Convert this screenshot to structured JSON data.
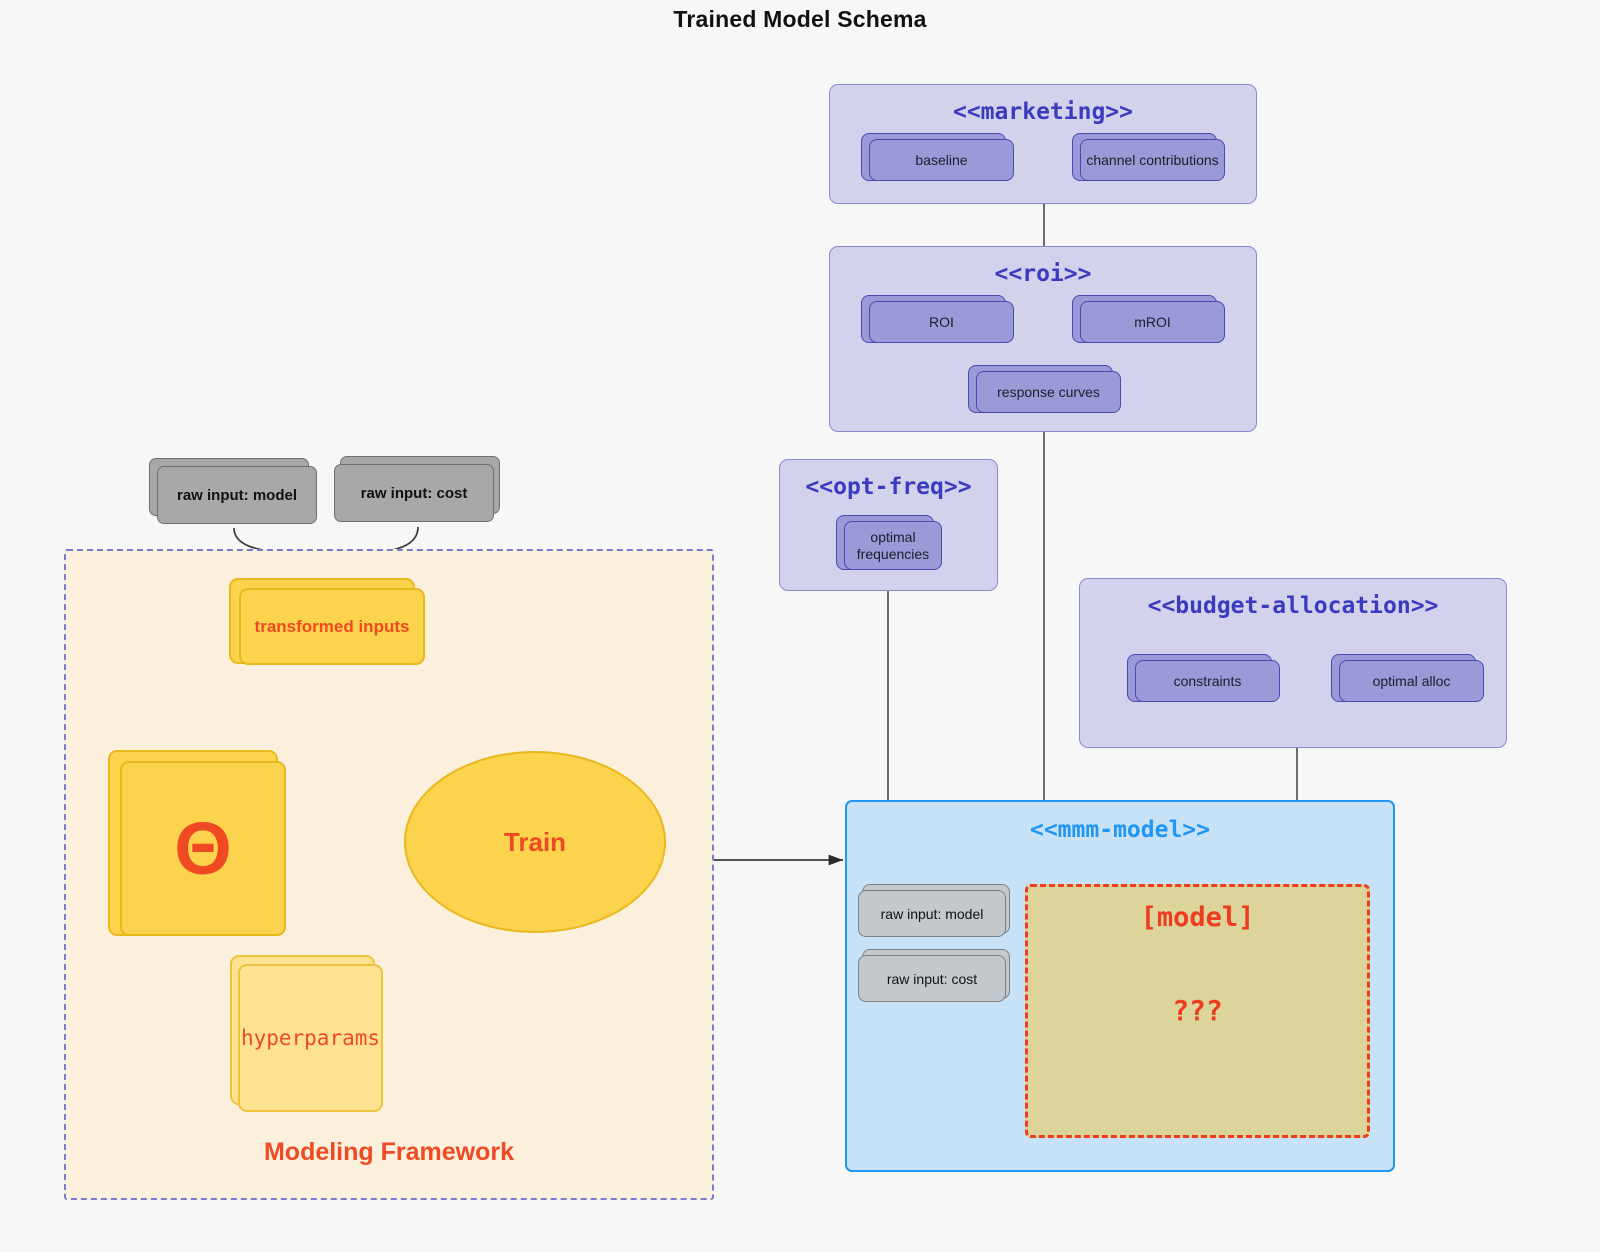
{
  "title": "Trained Model Schema",
  "packages": {
    "marketing": {
      "title": "<<marketing>>",
      "cards": [
        {
          "label": "baseline"
        },
        {
          "label": "channel contributions"
        }
      ]
    },
    "roi": {
      "title": "<<roi>>",
      "cards": [
        {
          "label": "ROI"
        },
        {
          "label": "mROI"
        },
        {
          "label": "response curves"
        }
      ]
    },
    "opt_freq": {
      "title": "<<opt-freq>>",
      "cards": [
        {
          "label": "optimal frequencies"
        }
      ]
    },
    "budget_allocation": {
      "title": "<<budget-allocation>>",
      "cards": [
        {
          "label": "constraints"
        },
        {
          "label": "optimal alloc"
        }
      ]
    },
    "mmm_model": {
      "title": "<<mmm-model>>",
      "inputs": [
        {
          "label": "raw input: model"
        },
        {
          "label": "raw input: cost"
        }
      ],
      "model_box": {
        "label": "[model]",
        "unknown": "???"
      }
    }
  },
  "raw_inputs": [
    {
      "label": "raw input: model"
    },
    {
      "label": "raw input: cost"
    }
  ],
  "framework": {
    "label": "Modeling Framework",
    "transformed_inputs": "transformed inputs",
    "theta": "Θ",
    "hyperparams": "hyperparams",
    "train": "Train"
  },
  "colors": {
    "canvas": "#f7f7f7",
    "package_fill": "#d2d2ec",
    "package_border": "#8a8ad0",
    "package_title": "#3b3bbf",
    "card_fill": "#9a9ad9",
    "card_border": "#4a4ab0",
    "gray_fill": "#a8a8a8",
    "gray_border": "#6f6f6f",
    "gray_small_fill": "#c2c8cc",
    "framework_fill": "#faf0dc",
    "framework_border": "#7a7ad0",
    "accent_red": "#ef4a23",
    "yellow_fill": "#fcd34d",
    "yellow_border": "#e9b81d",
    "yellow_light_fill": "#fde291",
    "mmm_fill": "#c7e2f7",
    "mmm_border": "#2196f3",
    "model_box_fill": "#dcd49a",
    "model_box_border": "#ef3b1e",
    "connector": "#4a4a4a"
  }
}
